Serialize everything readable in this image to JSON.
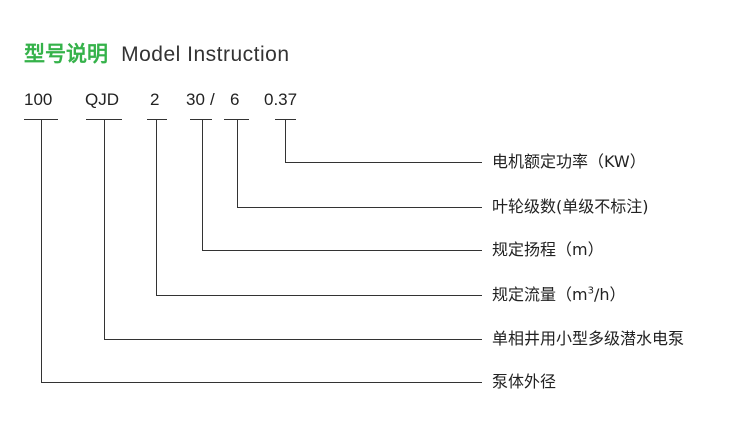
{
  "title": {
    "cn": "型号说明",
    "en": "Model Instruction"
  },
  "code_parts": {
    "outer_diameter": "100",
    "type": "QJD",
    "flow": "2",
    "head": "30",
    "slash": "/",
    "stages": "6",
    "power": "0.37"
  },
  "descriptions": {
    "power": "电机额定功率（KW）",
    "stages": "叶轮级数(单级不标注)",
    "head": "规定扬程（m）",
    "flow_prefix": "规定流量（m",
    "flow_sup": "3",
    "flow_suffix": "/h）",
    "type": "单相井用小型多级潜水电泵",
    "outer_diameter": "泵体外径"
  },
  "colors": {
    "title_green": "#35b24a",
    "line": "#333333"
  }
}
